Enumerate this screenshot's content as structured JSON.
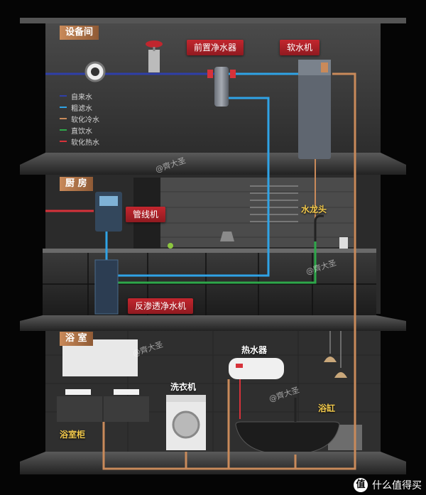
{
  "rooms": {
    "equipment": "设备间",
    "kitchen": "厨 房",
    "bathroom": "浴 室"
  },
  "devices": {
    "prefilter": "前置净水器",
    "softener": "软水机",
    "pipeline": "管线机",
    "ro": "反渗透净水机",
    "faucet": "水龙头",
    "heater": "热水器",
    "washer": "洗衣机",
    "bathtub": "浴缸",
    "cabinet": "浴室柜"
  },
  "legend": [
    {
      "label": "自来水",
      "color": "#2f3fa8"
    },
    {
      "label": "粗滤水",
      "color": "#2fa3e6"
    },
    {
      "label": "软化冷水",
      "color": "#c98a5a"
    },
    {
      "label": "直饮水",
      "color": "#2ea84a"
    },
    {
      "label": "软化热水",
      "color": "#d6323a"
    }
  ],
  "watermarks": [
    "@齊大圣",
    "@齊大圣",
    "@齊大圣",
    "@齊大圣"
  ],
  "brand": {
    "badge": "值",
    "text": "什么值得买"
  }
}
